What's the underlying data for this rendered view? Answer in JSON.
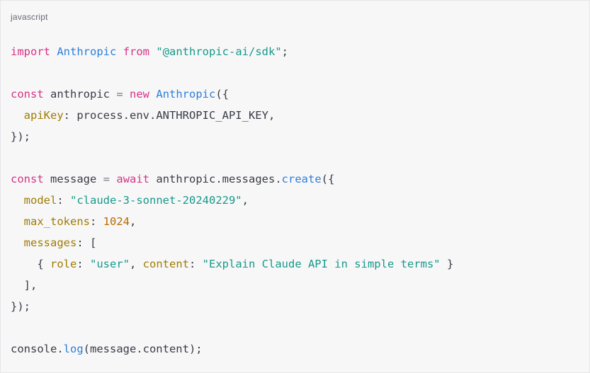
{
  "code_block": {
    "language_label": "javascript",
    "colors": {
      "background": "#f7f7f8",
      "label": "#6a6a74",
      "plain": "#3a3c46",
      "keyword": "#d63384",
      "class": "#2d7ed9",
      "function": "#2d7ed9",
      "property": "#9f7c02",
      "string": "#17998a",
      "number": "#b76b01",
      "operator": "#79808c"
    },
    "lines": [
      [
        {
          "t": "import",
          "c": "keyword"
        },
        {
          "t": " ",
          "c": "plain"
        },
        {
          "t": "Anthropic",
          "c": "class"
        },
        {
          "t": " ",
          "c": "plain"
        },
        {
          "t": "from",
          "c": "keyword"
        },
        {
          "t": " ",
          "c": "plain"
        },
        {
          "t": "\"@anthropic-ai/sdk\"",
          "c": "string"
        },
        {
          "t": ";",
          "c": "plain"
        }
      ],
      [],
      [
        {
          "t": "const",
          "c": "keyword"
        },
        {
          "t": " anthropic ",
          "c": "plain"
        },
        {
          "t": "=",
          "c": "operator"
        },
        {
          "t": " ",
          "c": "plain"
        },
        {
          "t": "new",
          "c": "keyword"
        },
        {
          "t": " ",
          "c": "plain"
        },
        {
          "t": "Anthropic",
          "c": "class"
        },
        {
          "t": "({",
          "c": "plain"
        }
      ],
      [
        {
          "t": "  ",
          "c": "plain"
        },
        {
          "t": "apiKey",
          "c": "property"
        },
        {
          "t": ": process.env.ANTHROPIC_API_KEY,",
          "c": "plain"
        }
      ],
      [
        {
          "t": "});",
          "c": "plain"
        }
      ],
      [],
      [
        {
          "t": "const",
          "c": "keyword"
        },
        {
          "t": " message ",
          "c": "plain"
        },
        {
          "t": "=",
          "c": "operator"
        },
        {
          "t": " ",
          "c": "plain"
        },
        {
          "t": "await",
          "c": "keyword"
        },
        {
          "t": " anthropic.messages.",
          "c": "plain"
        },
        {
          "t": "create",
          "c": "function"
        },
        {
          "t": "({",
          "c": "plain"
        }
      ],
      [
        {
          "t": "  ",
          "c": "plain"
        },
        {
          "t": "model",
          "c": "property"
        },
        {
          "t": ": ",
          "c": "plain"
        },
        {
          "t": "\"claude-3-sonnet-20240229\"",
          "c": "string"
        },
        {
          "t": ",",
          "c": "plain"
        }
      ],
      [
        {
          "t": "  ",
          "c": "plain"
        },
        {
          "t": "max_tokens",
          "c": "property"
        },
        {
          "t": ": ",
          "c": "plain"
        },
        {
          "t": "1024",
          "c": "number"
        },
        {
          "t": ",",
          "c": "plain"
        }
      ],
      [
        {
          "t": "  ",
          "c": "plain"
        },
        {
          "t": "messages",
          "c": "property"
        },
        {
          "t": ": [",
          "c": "plain"
        }
      ],
      [
        {
          "t": "    { ",
          "c": "plain"
        },
        {
          "t": "role",
          "c": "property"
        },
        {
          "t": ": ",
          "c": "plain"
        },
        {
          "t": "\"user\"",
          "c": "string"
        },
        {
          "t": ", ",
          "c": "plain"
        },
        {
          "t": "content",
          "c": "property"
        },
        {
          "t": ": ",
          "c": "plain"
        },
        {
          "t": "\"Explain Claude API in simple terms\"",
          "c": "string"
        },
        {
          "t": " }",
          "c": "plain"
        }
      ],
      [
        {
          "t": "  ],",
          "c": "plain"
        }
      ],
      [
        {
          "t": "});",
          "c": "plain"
        }
      ],
      [],
      [
        {
          "t": "console.",
          "c": "plain"
        },
        {
          "t": "log",
          "c": "function"
        },
        {
          "t": "(message.content);",
          "c": "plain"
        }
      ]
    ]
  }
}
